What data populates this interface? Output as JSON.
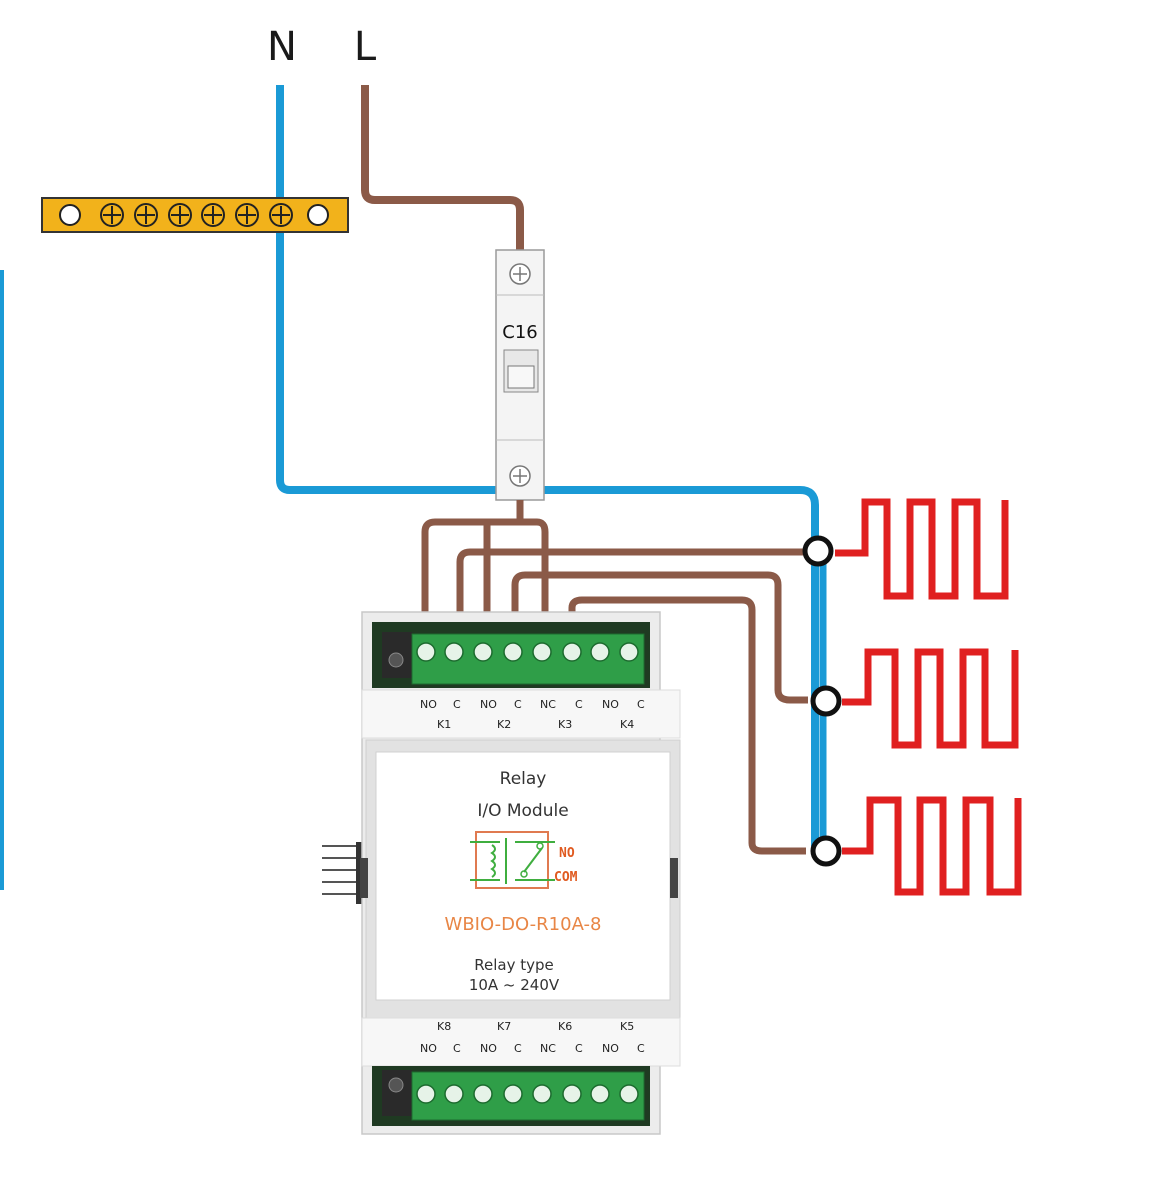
{
  "supply": {
    "neutral_label": "N",
    "line_label": "L"
  },
  "breaker": {
    "rating_label": "C16"
  },
  "module": {
    "title_line1": "Relay",
    "title_line2": "I/O Module",
    "model": "WBIO-DO-R10A-8",
    "spec_line1": "Relay type",
    "spec_line2": "10A ~ 240V",
    "symbol_no": "NO",
    "symbol_com": "COM",
    "top_channels": [
      {
        "id": "K1",
        "no": "NO",
        "c": "C"
      },
      {
        "id": "K2",
        "no": "NO",
        "c": "C"
      },
      {
        "id": "K3",
        "no": "NC",
        "c": "C"
      },
      {
        "id": "K4",
        "no": "NO",
        "c": "C"
      }
    ],
    "bottom_channels": [
      {
        "id": "K8",
        "no": "NO",
        "c": "C"
      },
      {
        "id": "K7",
        "no": "NO",
        "c": "C"
      },
      {
        "id": "K6",
        "no": "NC",
        "c": "C"
      },
      {
        "id": "K5",
        "no": "NO",
        "c": "C"
      }
    ]
  },
  "colors": {
    "neutral_wire": "#1a9ad6",
    "line_wire": "#8b5a48",
    "heater": "#e02020",
    "busbar": "#f2b21b",
    "terminal_green": "#2f9e48"
  }
}
